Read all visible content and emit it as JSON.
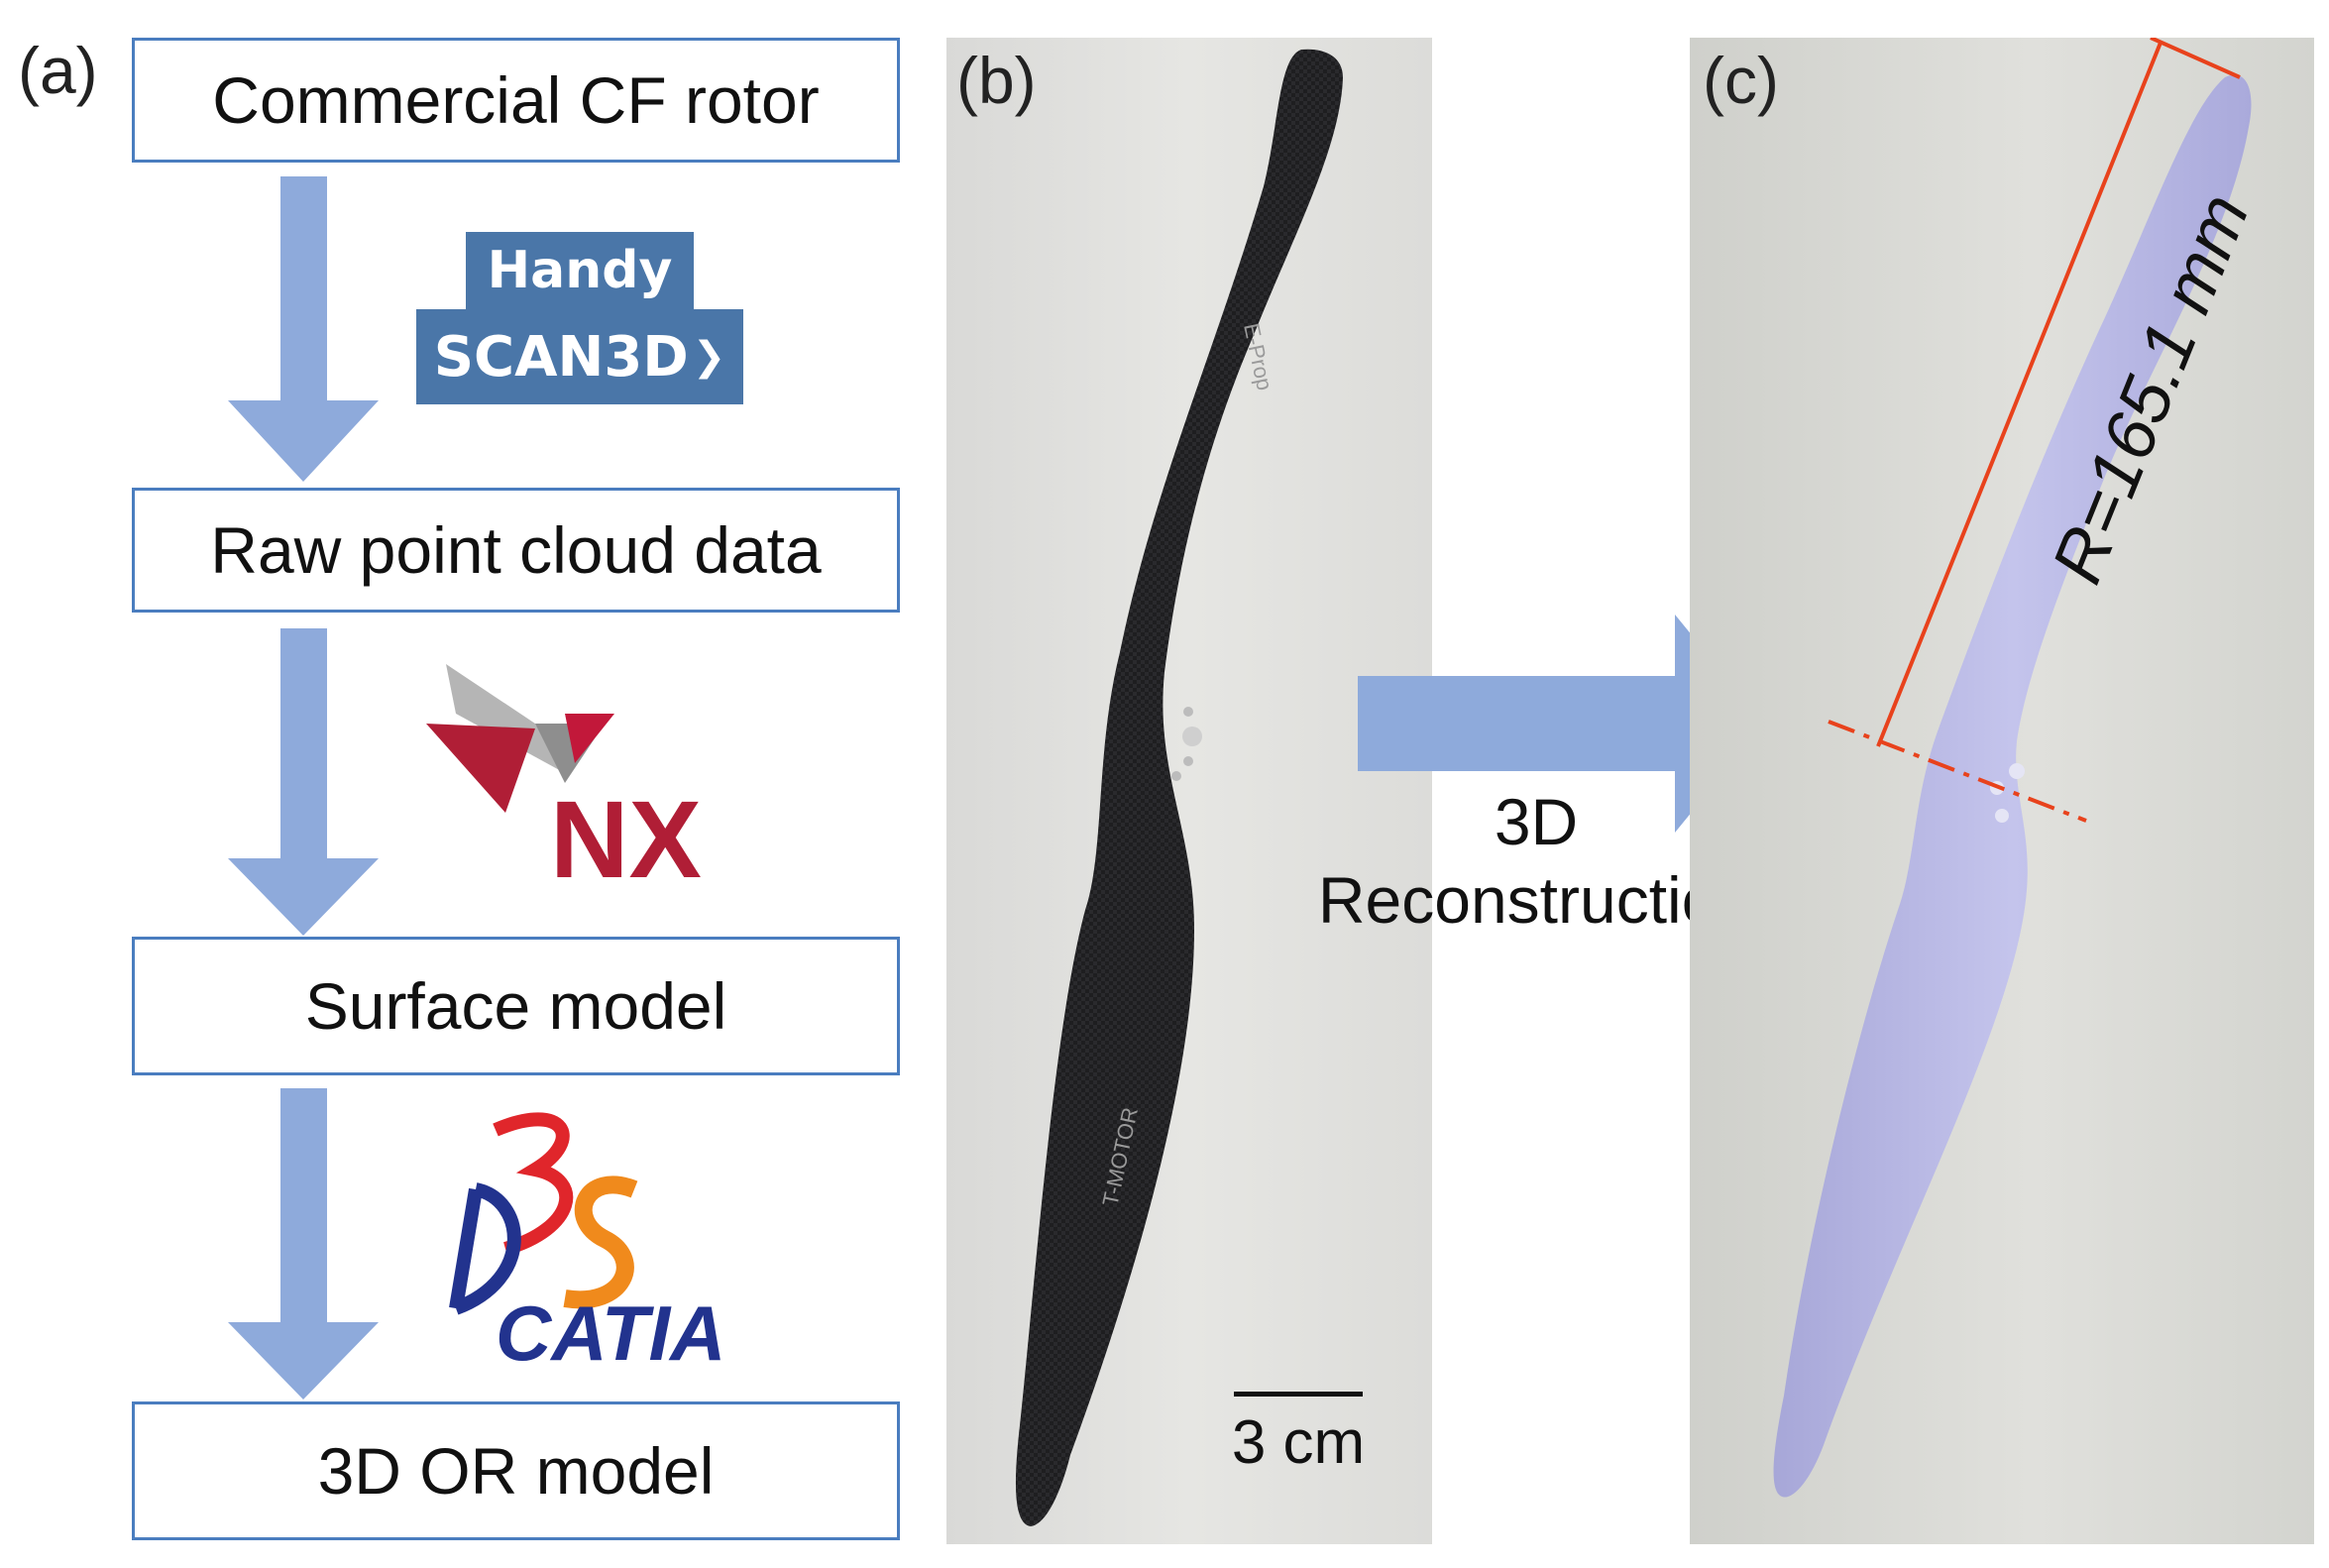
{
  "panel_a": {
    "label": "(a)",
    "steps": [
      {
        "label": "Commercial CF rotor"
      },
      {
        "label": "Raw point cloud data"
      },
      {
        "label": "Surface model"
      },
      {
        "label": "3D OR model"
      }
    ],
    "logos": {
      "handy_scan": {
        "line1": "Handy",
        "line2": "SCAN3D",
        "mark": "❯"
      },
      "nx": {
        "text": "NX"
      },
      "catia": {
        "text": "CATIA"
      }
    },
    "arrow_color": "#8eaadb"
  },
  "panel_b": {
    "label": "(b)",
    "scale_bar": "3 cm",
    "blade_marks": {
      "top": "E-Prop",
      "bottom": "T-MOTOR"
    }
  },
  "transition": {
    "line1": "3D",
    "line2": "Reconstruction"
  },
  "panel_c": {
    "label": "(c)",
    "radius": "R=165.1 mm",
    "measure_color": "#e8421c",
    "model_color": "#b9b9e4"
  }
}
